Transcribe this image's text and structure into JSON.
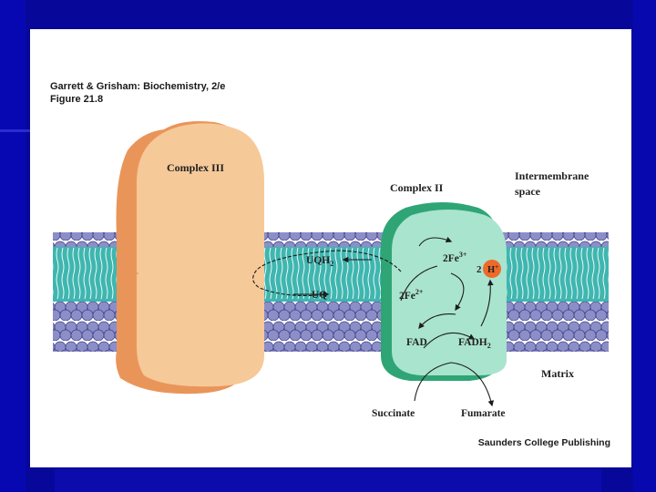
{
  "header": {
    "line1": "Garrett & Grisham: Biochemistry, 2/e",
    "line2": "Figure 21.8"
  },
  "footer": {
    "publisher": "Saunders College Publishing"
  },
  "labels": {
    "complex3": "Complex III",
    "complex2": "Complex II",
    "intermembrane1": "Intermembrane",
    "intermembrane2": "space",
    "matrix": "Matrix",
    "uqh2": "UQH",
    "uqh2_sub": "2",
    "uq": "UQ",
    "fe3": "2Fe",
    "fe3_sup": "3+",
    "fe2": "2Fe",
    "fe2_sup": "2+",
    "proton_count": "2",
    "proton": "H",
    "proton_sup": "+",
    "fad": "FAD",
    "fadh2": "FADH",
    "fadh2_sub": "2",
    "succinate": "Succinate",
    "fumarate": "Fumarate"
  },
  "colors": {
    "slide_background": "#07079a",
    "complex3_front": "#f6c999",
    "complex3_back": "#e9955a",
    "complex2_front": "#a9e4cf",
    "complex2_back": "#2fa576",
    "membrane_teal": "#3fb6b0",
    "membrane_lipid_heads": "#8c8fc7",
    "proton_circle": "#ee6a2a"
  }
}
